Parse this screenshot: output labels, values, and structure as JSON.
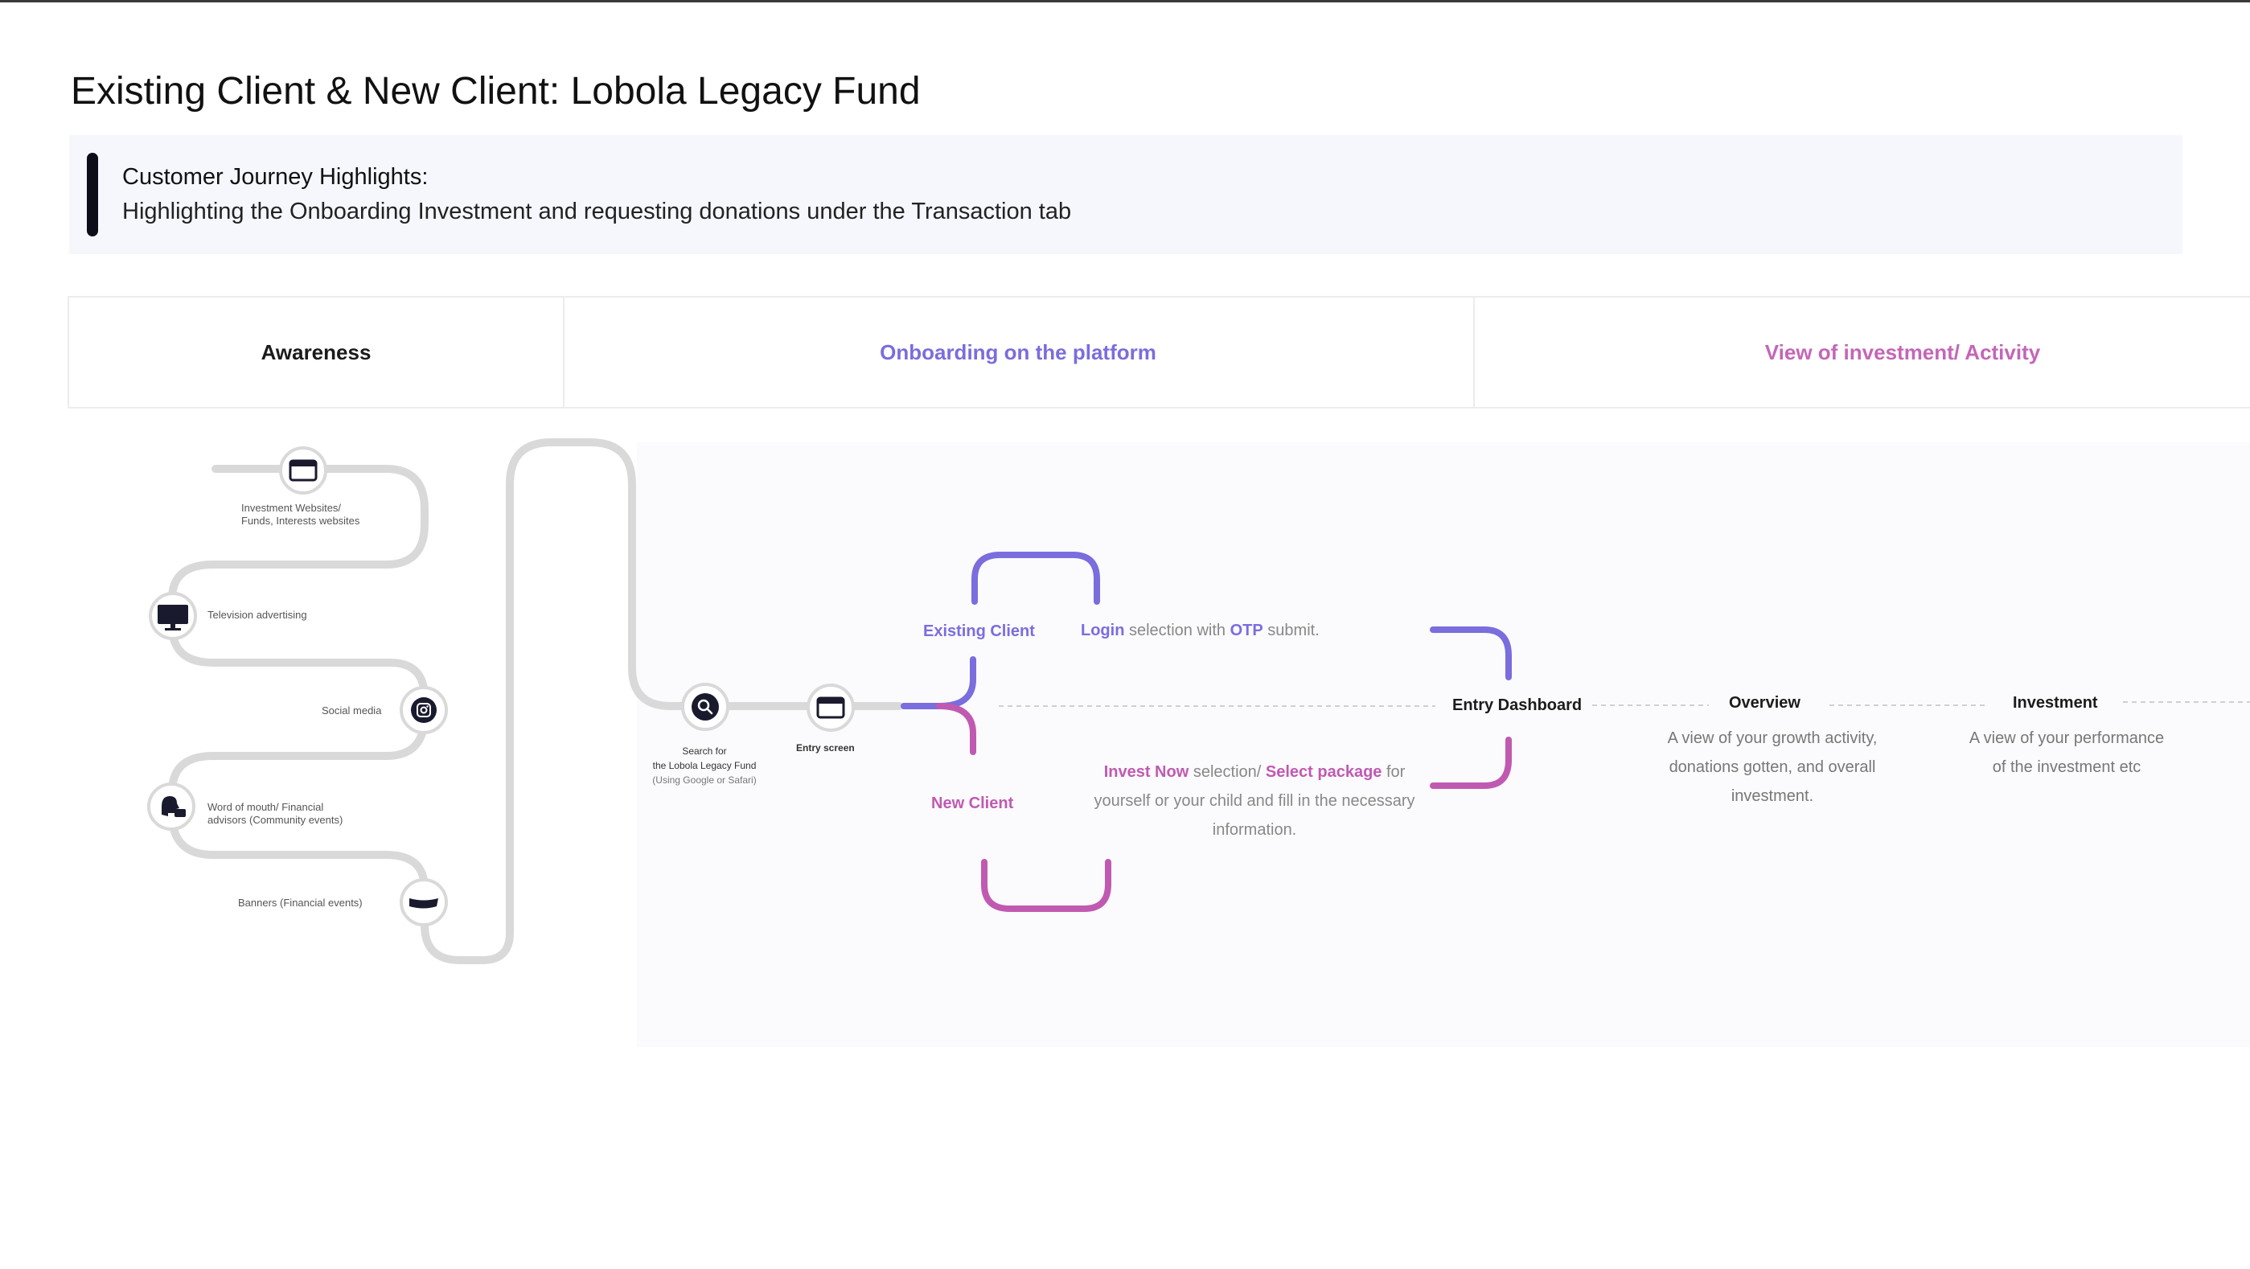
{
  "title": "Existing Client & New Client: Lobola Legacy Fund",
  "highlights": {
    "heading": "Customer Journey Highlights:",
    "description": "Highlighting the Onboarding Investment and requesting donations under the Transaction tab"
  },
  "stages": {
    "awareness": "Awareness",
    "onboarding": "Onboarding on the platform",
    "view": "View of investment/ Activity"
  },
  "awareness_touchpoints": {
    "websites": [
      "Investment Websites/",
      "Funds, Interests websites"
    ],
    "tv": "Television advertising",
    "social": "Social media",
    "word_of_mouth": [
      "Word of mouth/ Financial",
      "advisors (Community events)"
    ],
    "banners": "Banners (Financial events)"
  },
  "onboarding": {
    "search": [
      "Search for",
      "the Lobola Legacy Fund",
      "(Using Google or Safari)"
    ],
    "entry_screen": "Entry screen",
    "existing_client": {
      "label": "Existing Client",
      "login_word": "Login",
      "mid": " selection with ",
      "otp_word": "OTP",
      "end": " submit."
    },
    "new_client": {
      "label": "New Client",
      "invest_now": "Invest Now",
      "mid": " selection/ ",
      "select_package": "Select package",
      "for_word": " for",
      "line2": "yourself or your child and fill in the necessary",
      "line3": "information."
    }
  },
  "dashboard": {
    "entry": "Entry Dashboard",
    "overview": {
      "title": "Overview",
      "lines": [
        "A view of your growth activity,",
        "donations gotten, and overall",
        "investment."
      ]
    },
    "investment": {
      "title": "Investment",
      "lines": [
        "A view of your performance",
        "of the investment etc"
      ]
    }
  },
  "colors": {
    "purple": "#7a6ddd",
    "pink": "#c05ab1",
    "road": "#d9d9d9",
    "icon": "#1a1a2e"
  },
  "icons": {
    "websites": "browser-window-icon",
    "tv": "television-icon",
    "social": "instagram-icon",
    "word_of_mouth": "speaking-head-icon",
    "banners": "banner-icon",
    "search": "search-icon",
    "entry_screen": "browser-window-icon"
  }
}
